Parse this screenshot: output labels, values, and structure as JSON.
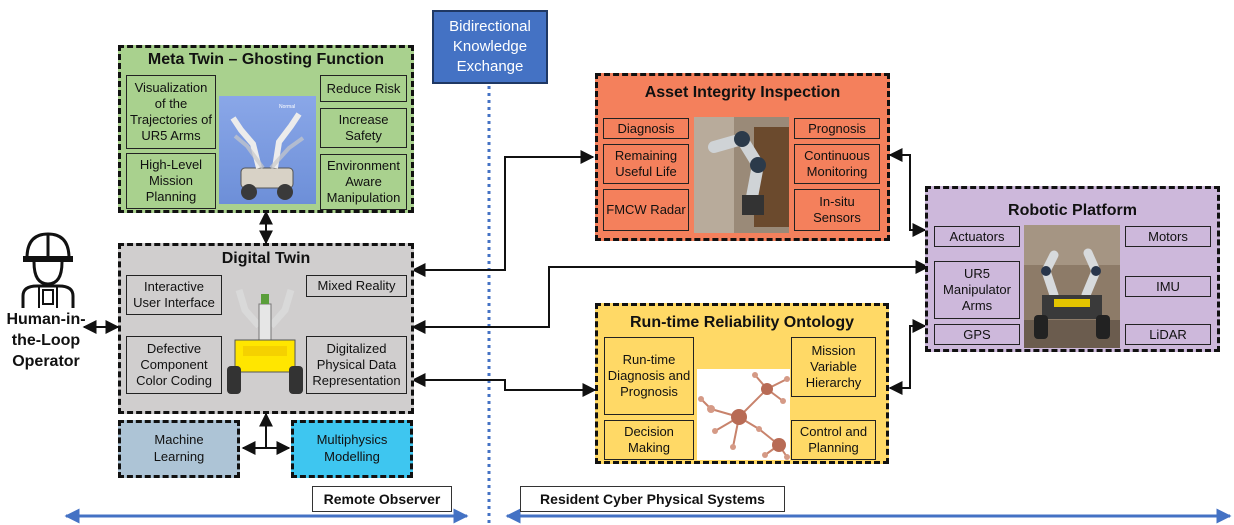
{
  "center_label": "Bidirectional Knowledge Exchange",
  "meta_twin": {
    "title": "Meta Twin – Ghosting Function",
    "left": [
      "Visualization of the Trajectories of UR5 Arms",
      "High-Level Mission Planning"
    ],
    "right": [
      "Reduce Risk",
      "Increase Safety",
      "Environment Aware Manipulation"
    ]
  },
  "digital_twin": {
    "title": "Digital Twin",
    "left": [
      "Interactive User Interface",
      "Defective Component Color Coding"
    ],
    "right": [
      "Mixed Reality",
      "Digitalized Physical Data Representation"
    ]
  },
  "ml_label": "Machine Learning",
  "multiphysics_label": "Multiphysics Modelling",
  "operator_label": "Human-in-the-Loop Operator",
  "asset": {
    "title": "Asset Integrity Inspection",
    "left": [
      "Diagnosis",
      "Remaining Useful Life",
      "FMCW Radar"
    ],
    "right": [
      "Prognosis",
      "Continuous Monitoring",
      "In-situ Sensors"
    ]
  },
  "ontology": {
    "title": "Run-time Reliability Ontology",
    "left": [
      "Run-time Diagnosis and Prognosis",
      "Decision Making"
    ],
    "right": [
      "Mission Variable Hierarchy",
      "Control and Planning"
    ]
  },
  "robot": {
    "title": "Robotic Platform",
    "left": [
      "Actuators",
      "UR5 Manipulator Arms",
      "GPS"
    ],
    "right": [
      "Motors",
      "IMU",
      "LiDAR"
    ]
  },
  "remote_observer": "Remote Observer",
  "resident_cps": "Resident Cyber Physical Systems",
  "colors": {
    "meta_twin": "#a9d18e",
    "digital_twin": "#d0cece",
    "asset": "#f4805c",
    "ontology": "#ffd966",
    "robot": "#cdb8db",
    "machine_learning": "#adc4d6",
    "multiphysics": "#3ec6f0",
    "center_box": "#4472c4",
    "axis_arrow": "#4472c4"
  }
}
